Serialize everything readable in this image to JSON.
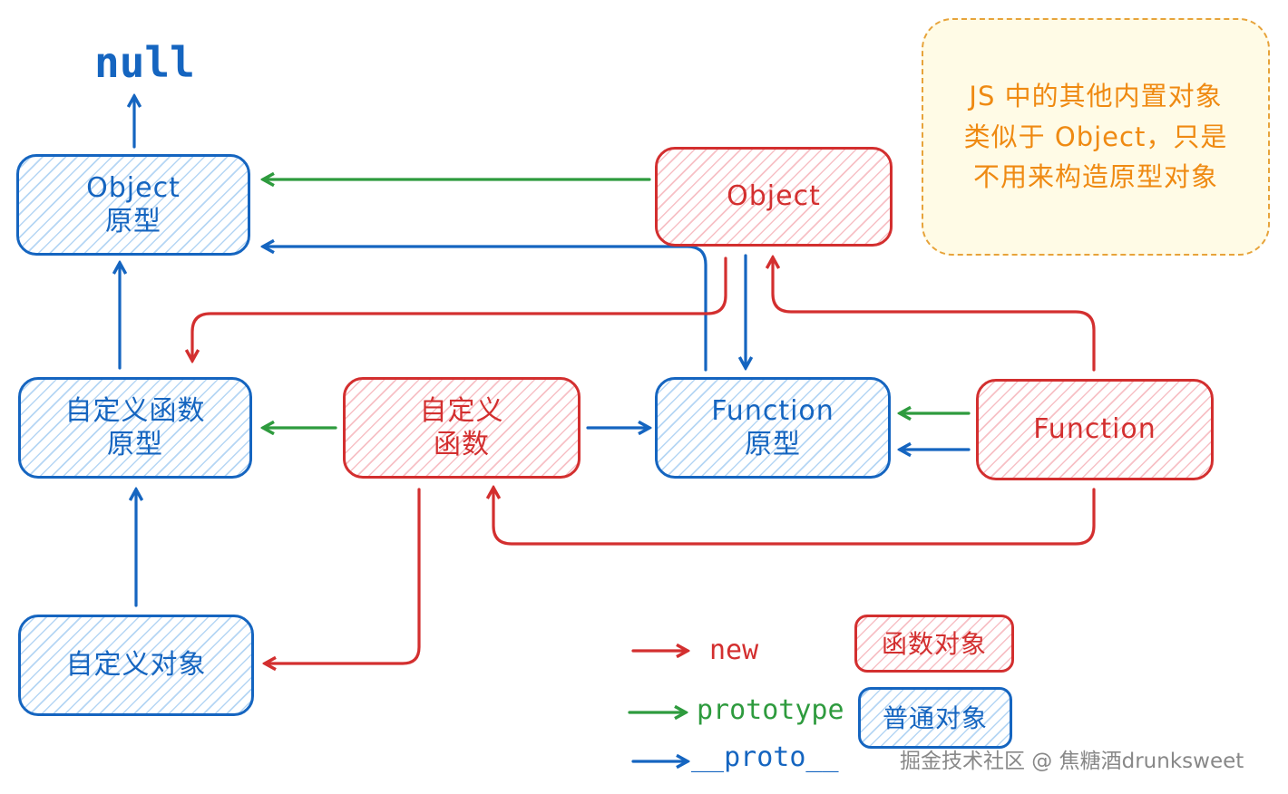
{
  "null_label": "null",
  "nodes": {
    "object_proto": {
      "line1": "Object",
      "line2": "原型"
    },
    "object_ctor": {
      "line1": "Object"
    },
    "custom_fn_proto": {
      "line1": "自定义函数",
      "line2": "原型"
    },
    "custom_fn": {
      "line1": "自定义",
      "line2": "函数"
    },
    "function_proto": {
      "line1": "Function",
      "line2": "原型"
    },
    "function_ctor": {
      "line1": "Function"
    },
    "custom_obj": {
      "line1": "自定义对象"
    }
  },
  "note": {
    "lines": [
      "JS 中的其他内置对象",
      "类似于 Object，只是",
      "不用来构造原型对象"
    ]
  },
  "legend": {
    "new_label": "new",
    "prototype_label": "prototype",
    "proto_label": "__proto__",
    "function_object_label": "函数对象",
    "plain_object_label": "普通对象"
  },
  "colors": {
    "blue": "#1565c0",
    "red": "#d32f2f",
    "green": "#2e9b3e",
    "note_text": "#ef8a12"
  },
  "watermark": "掘金技术社区 @ 焦糖酒drunksweet"
}
